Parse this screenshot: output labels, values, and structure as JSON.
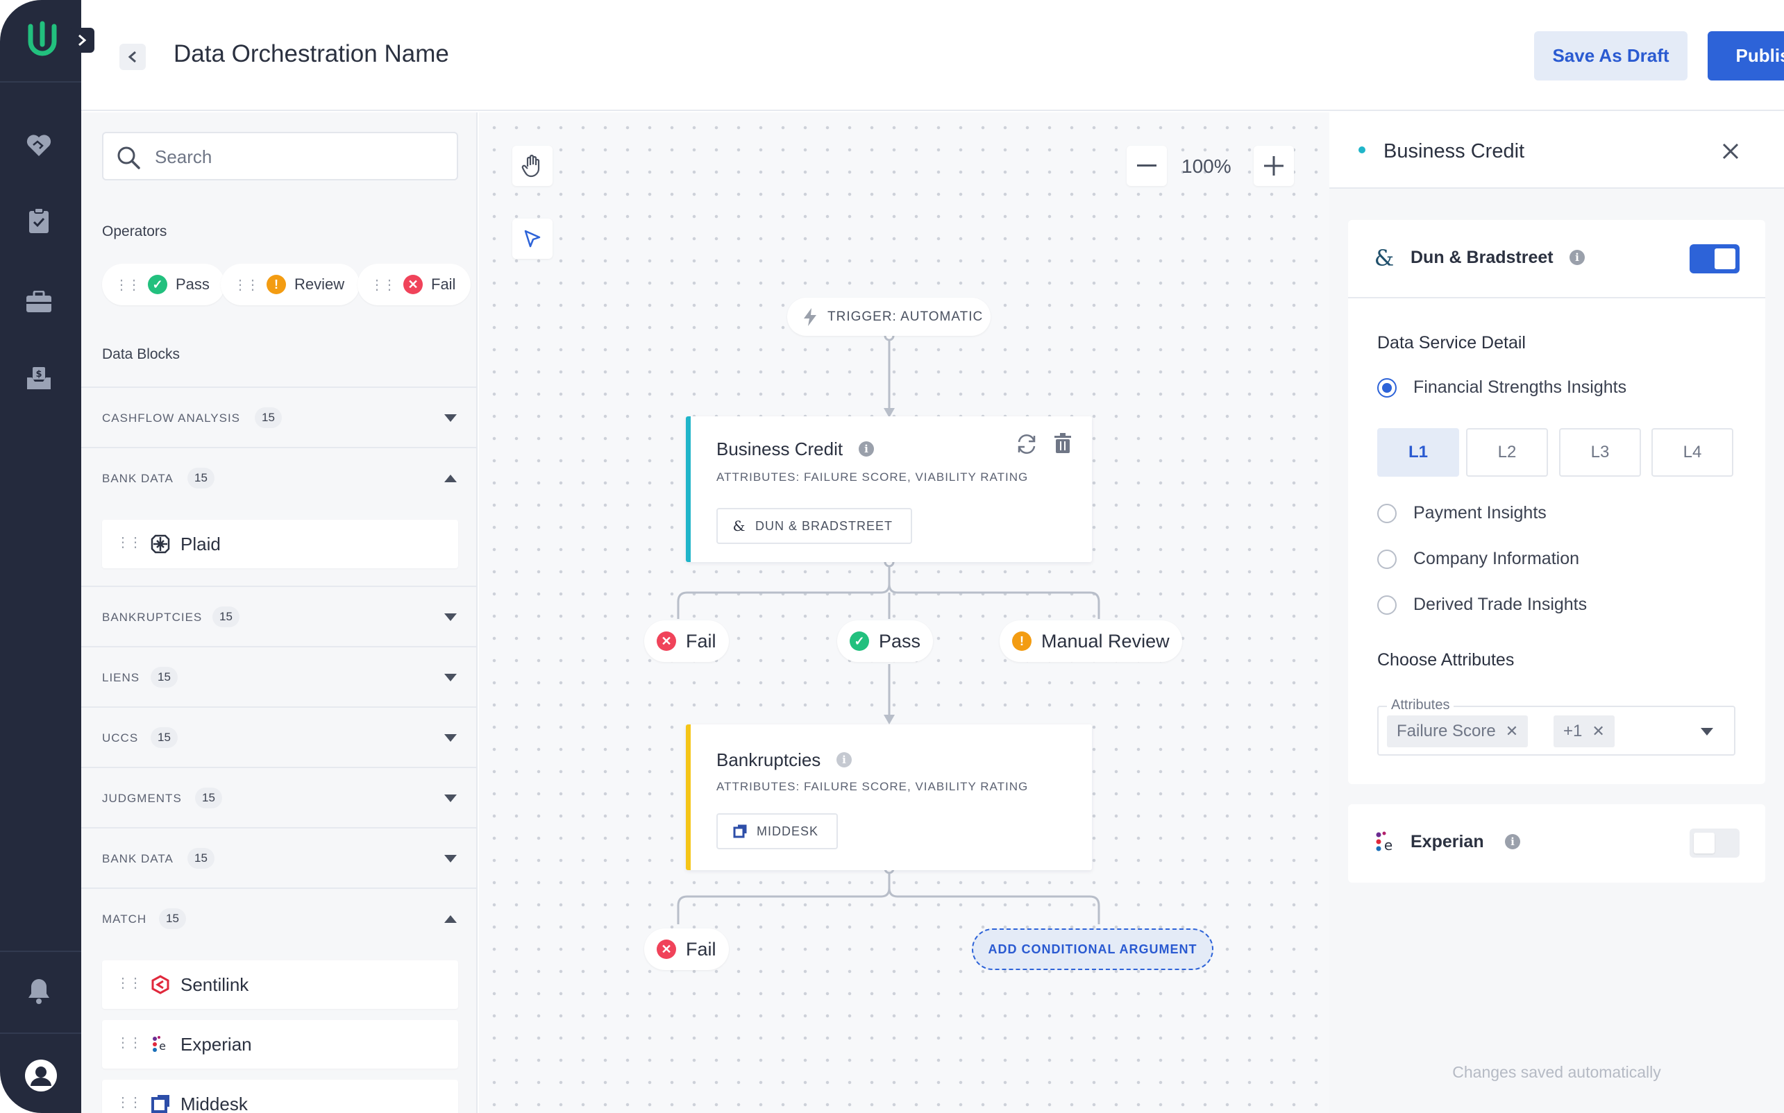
{
  "app": {
    "title": "Data Orchestration Name",
    "save_draft_label": "Save As Draft",
    "publish_label": "Publish"
  },
  "colors": {
    "accent": "#2d63d8",
    "nav_bg": "#242a3d",
    "pass": "#22c07e",
    "review": "#f39c12",
    "fail": "#f0435a",
    "logo": "#22c07e"
  },
  "nav": {
    "icons": [
      "heart-handshake-icon",
      "clipboard-check-icon",
      "briefcase-icon",
      "money-inbox-icon",
      "bell-icon",
      "user-avatar-icon"
    ]
  },
  "sidebar": {
    "search_placeholder": "Search",
    "operators_label": "Operators",
    "operators": [
      {
        "label": "Pass",
        "status": "pass"
      },
      {
        "label": "Review",
        "status": "review"
      },
      {
        "label": "Fail",
        "status": "fail"
      }
    ],
    "data_blocks_label": "Data Blocks",
    "categories": [
      {
        "name": "CASHFLOW ANALYSIS",
        "count": "15",
        "expanded": false
      },
      {
        "name": "BANK DATA",
        "count": "15",
        "expanded": true,
        "items": [
          "Plaid"
        ]
      },
      {
        "name": "BANKRUPTCIES",
        "count": "15",
        "expanded": false
      },
      {
        "name": "LIENS",
        "count": "15",
        "expanded": false
      },
      {
        "name": "UCCS",
        "count": "15",
        "expanded": false
      },
      {
        "name": "JUDGMENTS",
        "count": "15",
        "expanded": false
      },
      {
        "name": "BANK DATA",
        "count": "15",
        "expanded": false
      },
      {
        "name": "MATCH",
        "count": "15",
        "expanded": true,
        "items": [
          "Sentilink",
          "Experian",
          "Middesk"
        ]
      }
    ]
  },
  "canvas": {
    "zoom": "100%",
    "trigger_label": "TRIGGER: AUTOMATIC",
    "node1": {
      "title": "Business Credit",
      "attributes": "ATTRIBUTES: FAILURE SCORE, VIABILITY RATING",
      "source": "DUN & BRADSTREET",
      "accent": "#20b5c9"
    },
    "branches1": [
      {
        "label": "Fail",
        "status": "fail"
      },
      {
        "label": "Pass",
        "status": "pass"
      },
      {
        "label": "Manual Review",
        "status": "review"
      }
    ],
    "node2": {
      "title": "Bankruptcies",
      "attributes": "ATTRIBUTES: FAILURE SCORE, VIABILITY RATING",
      "source": "MIDDESK",
      "accent": "#f5c518"
    },
    "branches2": [
      {
        "label": "Fail",
        "status": "fail"
      }
    ],
    "add_conditional_label": "ADD CONDITIONAL ARGUMENT"
  },
  "panel": {
    "title": "Business Credit",
    "providers": [
      {
        "name": "Dun & Bradstreet",
        "enabled": true,
        "service_detail_label": "Data Service Detail",
        "options": [
          {
            "label": "Financial Strengths Insights",
            "selected": true
          },
          {
            "label": "Payment Insights",
            "selected": false
          },
          {
            "label": "Company Information",
            "selected": false
          },
          {
            "label": "Derived Trade Insights",
            "selected": false
          }
        ],
        "levels": [
          "L1",
          "L2",
          "L3",
          "L4"
        ],
        "selected_level": "L1",
        "choose_attributes_label": "Choose Attributes",
        "attributes_field_label": "Attributes",
        "attribute_tags": [
          "Failure Score",
          "+1"
        ]
      },
      {
        "name": "Experian",
        "enabled": false
      }
    ],
    "footer_note": "Changes saved automatically"
  }
}
